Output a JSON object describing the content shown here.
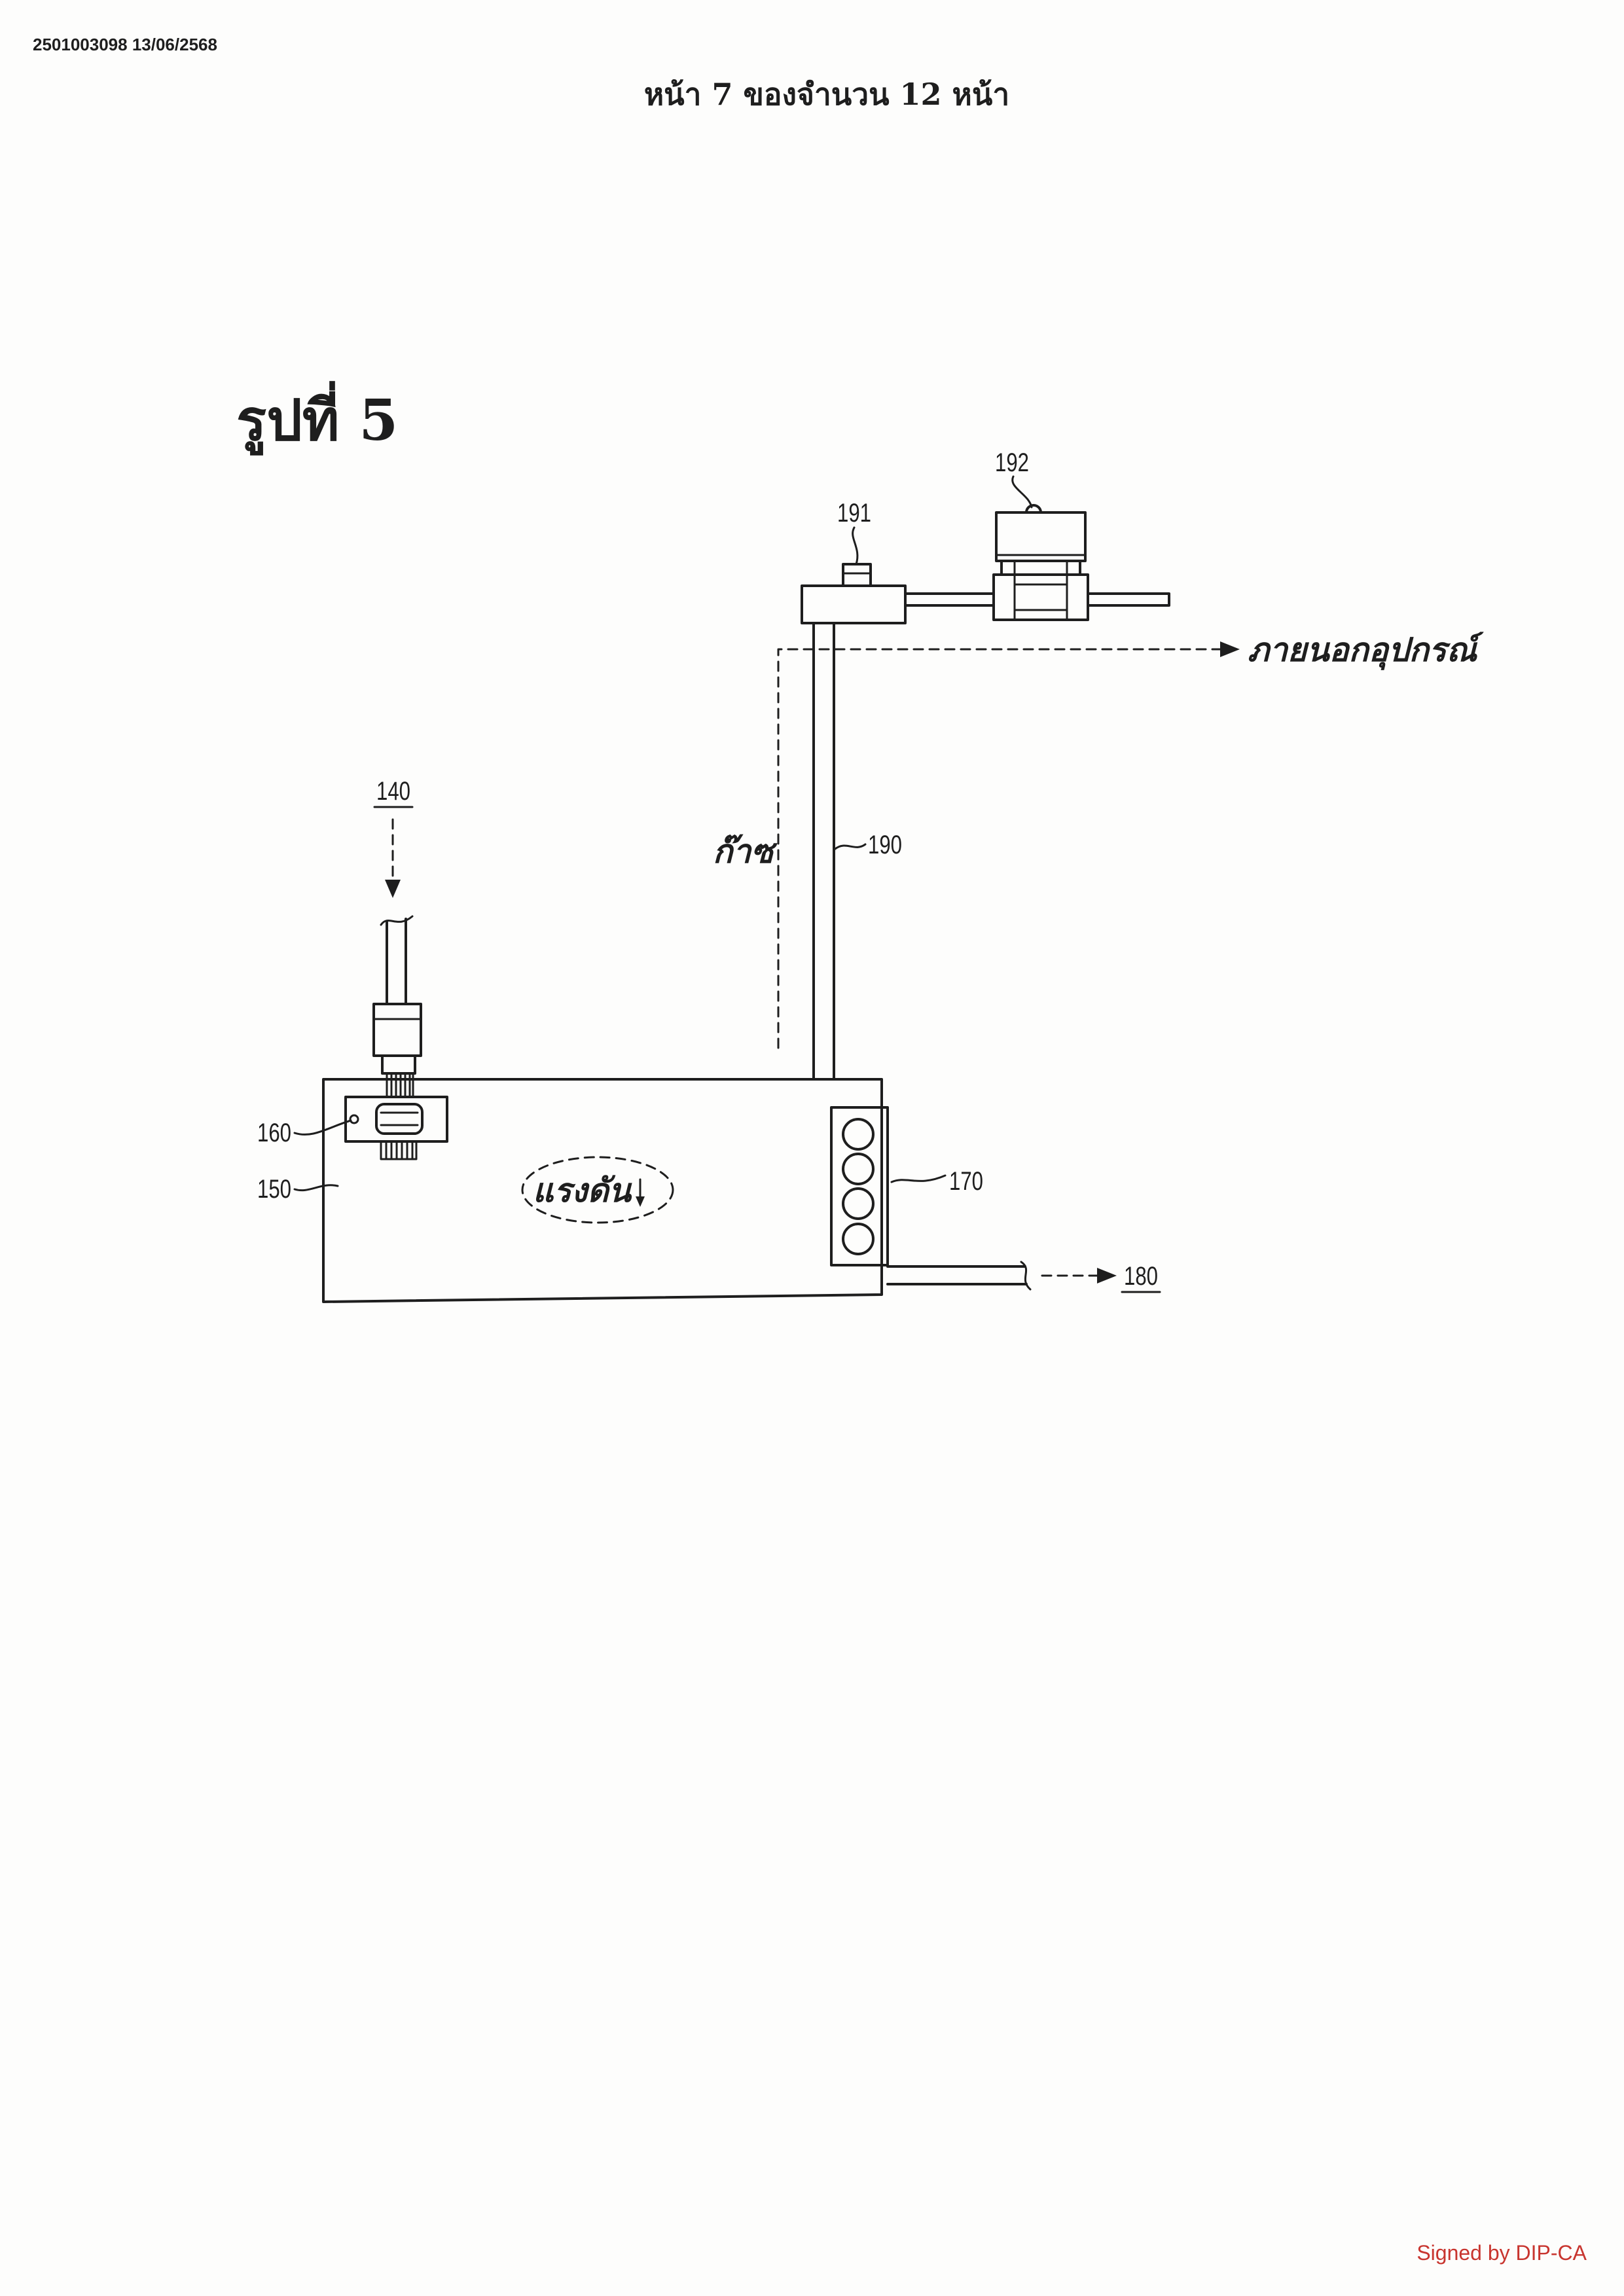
{
  "header": {
    "doc_id": "2501003098 13/06/2568",
    "page_label": "หน้า 7 ของจำนวน 12 หน้า"
  },
  "figure": {
    "title": "รูปที่ 5",
    "labels": {
      "l192": "192",
      "l191": "191",
      "l190": "190",
      "l140": "140",
      "l160": "160",
      "l150": "150",
      "l170": "170",
      "l180": "180"
    },
    "annotations": {
      "outside": "ภายนอกอุปกรณ์",
      "gas": "ก๊าซ",
      "pressure": "แรงดัน"
    }
  },
  "footer": {
    "signature": "Signed by DIP-CA"
  },
  "colors": {
    "ink": "#1e1e1e",
    "signature": "#c8352f"
  }
}
